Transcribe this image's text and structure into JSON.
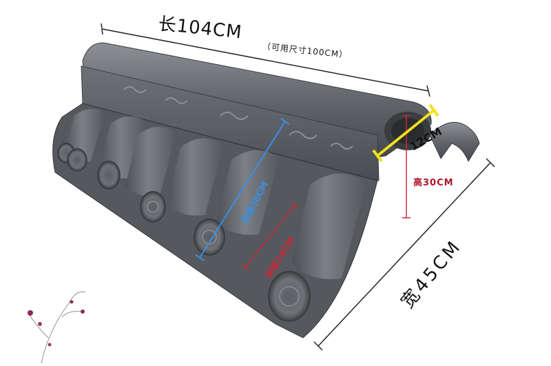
{
  "labels": {
    "length": "长104CM",
    "length_note": "（可用尺寸100CM）",
    "width": "宽45CM",
    "height": "高30CM",
    "top_width": "12CM",
    "slope_long": "斜披30CM",
    "slope_short": "斜披14CM"
  },
  "colors": {
    "tile": "#5f6368",
    "tile_dark": "#43474b",
    "tile_light": "#8a8e92",
    "measure_blue": "#3a8ee6",
    "measure_red": "#c9283a",
    "measure_yellow": "#f4e01b"
  }
}
